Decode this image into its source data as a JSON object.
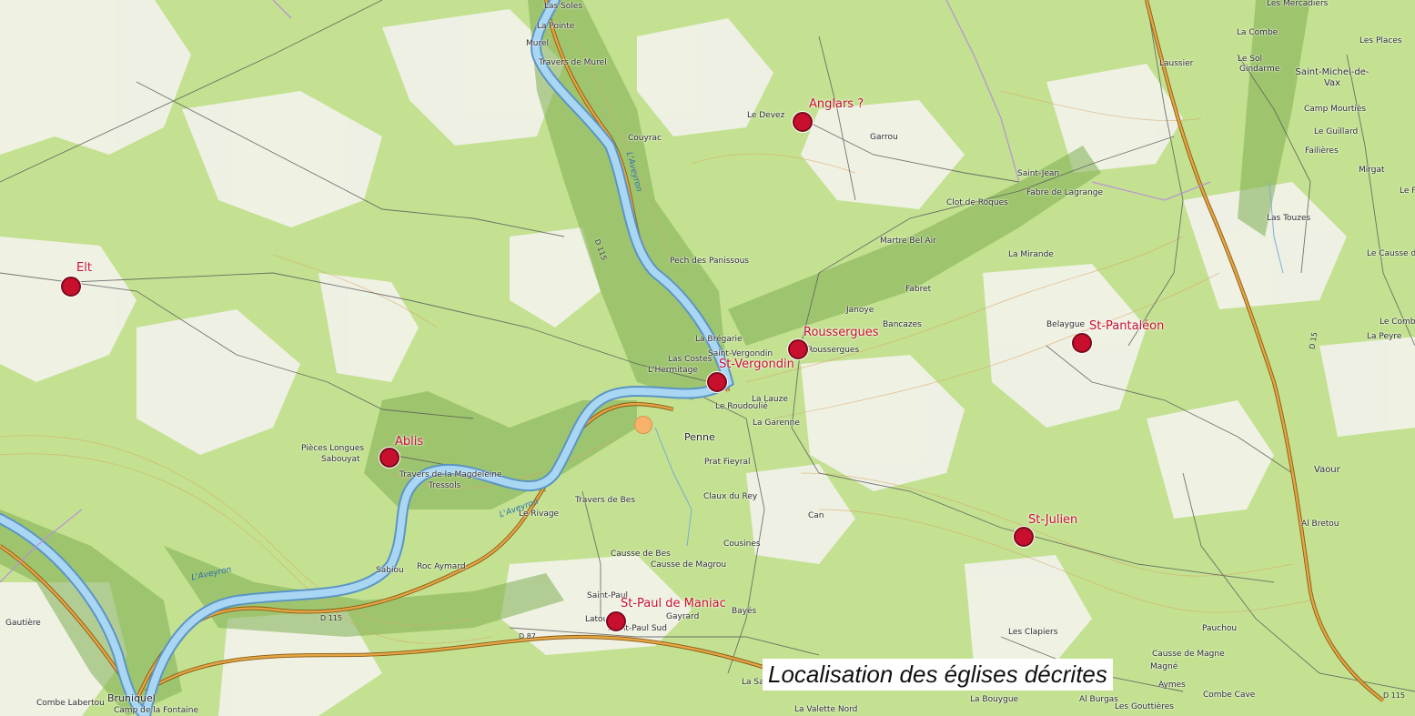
{
  "caption": "Localisation des églises décrites",
  "colors": {
    "church_marker": "#c8102e",
    "church_label": "#c8102e",
    "extra_marker": "#f6b26b",
    "river": "#8ec5e8",
    "road": "#c9892b",
    "forest": "#b9dc83",
    "open_land": "#f2f2ea"
  },
  "churches": [
    {
      "id": "elt",
      "label": "Elt"
    },
    {
      "id": "anglars",
      "label": "Anglars ?"
    },
    {
      "id": "roussergues",
      "label": "Roussergues"
    },
    {
      "id": "st-vergondin",
      "label": "St-Vergondin"
    },
    {
      "id": "st-pantaleon",
      "label": "St-Pantaléon"
    },
    {
      "id": "ablis",
      "label": "Ablis"
    },
    {
      "id": "st-julien",
      "label": "St-Julien"
    },
    {
      "id": "st-paul-de-maniac",
      "label": "St-Paul de Maniac"
    }
  ],
  "places": [
    "Las Soles",
    "La Pointe",
    "Murel",
    "Travers de Murel",
    "Couyrac",
    "Le Devez",
    "Garrou",
    "Clot de Roques",
    "Saint-Jean",
    "Fabre de Lagrange",
    "Martre Bel Air",
    "Pech des Panissous",
    "Fabret",
    "Janoye",
    "Bancazes",
    "La Brégarie",
    "Saint-Vergondin",
    "Las Costes",
    "L'Hermitage",
    "Roussergues",
    "La Lauze",
    "Le Roudoulié",
    "La Garenne",
    "Penne",
    "Prat Fieyral",
    "Claux du Rey",
    "Pièces Longues",
    "Sabouyat",
    "Travers de la Magdeleine",
    "Tressols",
    "Travers de Bes",
    "Le Rivage",
    "Can",
    "Cousines",
    "Causse de Bes",
    "Causse de Magrou",
    "Sabiou",
    "Roc Aymard",
    "Saint-Paul",
    "Latour",
    "Saint-Paul Sud",
    "Gayrard",
    "Bayés",
    "Gautière",
    "Bruniquel",
    "Combe Labertou",
    "Camp de la Fontaine",
    "La Sag",
    "La Valette Nord",
    "La Bouygue",
    "Les Clapiers",
    "Pauchou",
    "Causse de Magne",
    "Magné",
    "Aymes",
    "Combe Cave",
    "Les Gouttières",
    "Al Burgas",
    "Vaour",
    "Al Bretou",
    "Belaygue",
    "La Mirande",
    "Las Touzes",
    "Laussier",
    "La Combe",
    "Le Sol",
    "Gindarme",
    "Saint-Michel-de-Vax",
    "Les Mercadiers",
    "Les Places",
    "Camp Mourtiès",
    "Le Guillard",
    "Failières",
    "Mirgat",
    "Le Causse d",
    "Le Comb",
    "La Peyre",
    "Le P"
  ],
  "roads": [
    "D 115",
    "D 87",
    "D 15",
    "D 115",
    "D 115"
  ],
  "rivers": [
    "L'Aveyron",
    "L'Aveyron",
    "L'Aveyron"
  ]
}
